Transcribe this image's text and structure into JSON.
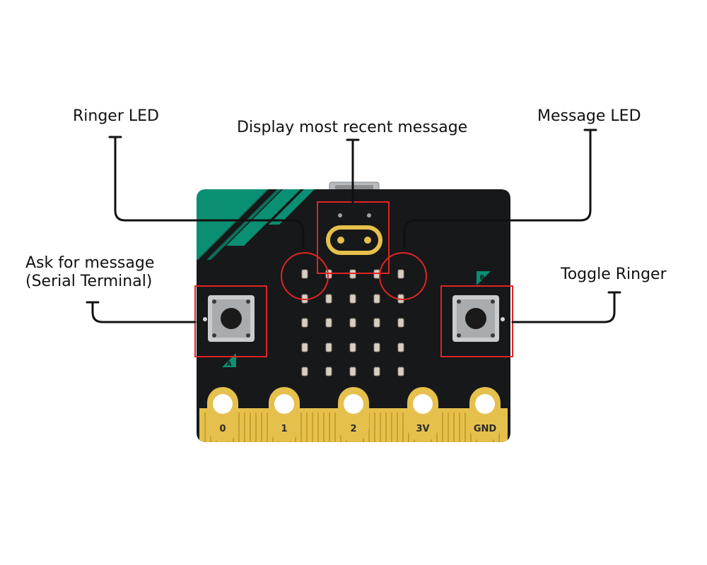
{
  "labels": {
    "ringer_led": "Ringer LED",
    "display_message": "Display most recent message",
    "message_led": "Message LED",
    "ask_message_line1": "Ask for message",
    "ask_message_line2": "(Serial Terminal)",
    "toggle_ringer": "Toggle Ringer"
  },
  "board": {
    "pins": [
      "0",
      "1",
      "2",
      "3V",
      "GND"
    ],
    "button_a": "A",
    "button_b": "B"
  },
  "colors": {
    "board": "#16181a",
    "green": "#0b8f72",
    "gold": "#e6c04c",
    "highlight": "#e02424",
    "leader": "#111111",
    "led": "#d9cfc0"
  }
}
